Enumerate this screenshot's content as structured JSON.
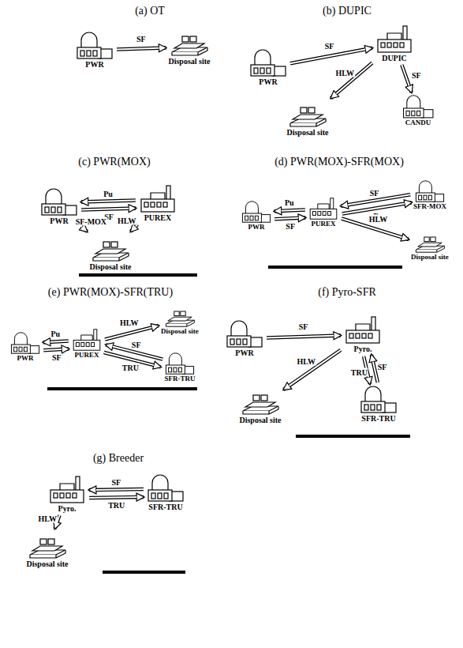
{
  "diagram": {
    "nodes": [
      {
        "text": [
          "PWR"
        ]
      },
      {
        "text": [
          "Disposal site"
        ]
      },
      {
        "text": [
          "PWR"
        ]
      },
      {
        "text": [
          "DUPIC"
        ]
      },
      {
        "text": [
          "Disposal site"
        ]
      },
      {
        "text": [
          "CANDU"
        ]
      },
      {
        "text": [
          "PWR"
        ]
      },
      {
        "text": [
          "PUREX"
        ]
      },
      {
        "text": [
          "Disposal site"
        ]
      },
      {
        "text": [
          "PWR"
        ]
      },
      {
        "text": [
          "PUREX"
        ]
      },
      {
        "text": [
          "SFR-MOX"
        ]
      },
      {
        "text": [
          "Disposal site"
        ]
      },
      {
        "text": [
          "PWR"
        ]
      },
      {
        "text": [
          "PUREX"
        ]
      },
      {
        "text": [
          "Disposal site"
        ]
      },
      {
        "text": [
          "SFR-TRU"
        ]
      },
      {
        "text": [
          "PWR"
        ]
      },
      {
        "text": [
          "Pyro."
        ]
      },
      {
        "text": [
          "Disposal site"
        ]
      },
      {
        "text": [
          "SFR-TRU"
        ]
      },
      {
        "text": [
          "Pyro."
        ]
      },
      {
        "text": [
          "SFR-TRU"
        ]
      },
      {
        "text": [
          "Disposal site"
        ]
      }
    ],
    "edges": [
      {
        "from": 0,
        "to": 1,
        "label": "SF",
        "arrow": "to"
      },
      {
        "from": 2,
        "to": 3,
        "label": "SF",
        "arrow": "to"
      },
      {
        "from": 3,
        "to": 4,
        "label": "HLW",
        "arrow": "to"
      },
      {
        "from": 3,
        "to": 5,
        "label": "SF",
        "arrow": "to"
      },
      {
        "from": 6,
        "to": 7,
        "label": "SF",
        "arrow": "to"
      },
      {
        "from": 7,
        "to": 6,
        "label": "Pu",
        "arrow": "to"
      },
      {
        "from": 6,
        "to": 8,
        "label": "SF-MOX",
        "arrow": "to"
      },
      {
        "from": 7,
        "to": 8,
        "label": "HLW",
        "arrow": "to"
      },
      {
        "from": 9,
        "to": 10,
        "label": "SF",
        "arrow": "to"
      },
      {
        "from": 10,
        "to": 9,
        "label": "Pu",
        "arrow": "to"
      },
      {
        "from": 10,
        "to": 11,
        "label": "Pu",
        "arrow": "to"
      },
      {
        "from": 11,
        "to": 10,
        "label": "SF",
        "arrow": "to"
      },
      {
        "from": 10,
        "to": 12,
        "label": "HLW",
        "arrow": "to"
      },
      {
        "from": 13,
        "to": 14,
        "label": "SF",
        "arrow": "to"
      },
      {
        "from": 14,
        "to": 13,
        "label": "Pu",
        "arrow": "to"
      },
      {
        "from": 14,
        "to": 15,
        "label": "HLW",
        "arrow": "to"
      },
      {
        "from": 14,
        "to": 16,
        "label": "TRU",
        "arrow": "to"
      },
      {
        "from": 16,
        "to": 14,
        "label": "SF",
        "arrow": "to"
      },
      {
        "from": 17,
        "to": 18,
        "label": "SF",
        "arrow": "to"
      },
      {
        "from": 18,
        "to": 19,
        "label": "HLW",
        "arrow": "to"
      },
      {
        "from": 18,
        "to": 20,
        "label": "TRU",
        "arrow": "to"
      },
      {
        "from": 20,
        "to": 18,
        "label": "SF",
        "arrow": "to"
      },
      {
        "from": 21,
        "to": 22,
        "label": "TRU",
        "arrow": "to"
      },
      {
        "from": 22,
        "to": 21,
        "label": "SF",
        "arrow": "to"
      },
      {
        "from": 21,
        "to": 23,
        "label": "HLW",
        "arrow": "to"
      }
    ],
    "labels": [
      "(a) OT",
      "(b) DUPIC",
      "(c) PWR(MOX)",
      "(d) PWR(MOX)-SFR(MOX)",
      "(e) PWR(MOX)-SFR(TRU)",
      "(f) Pyro-SFR",
      "(g) Breeder"
    ]
  }
}
